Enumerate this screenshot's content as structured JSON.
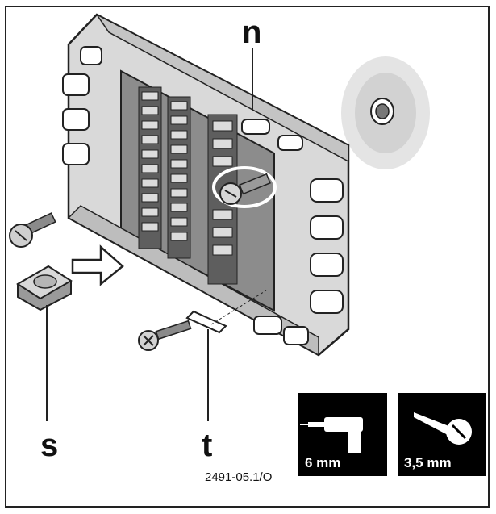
{
  "callouts": {
    "n": "n",
    "s": "s",
    "t": "t"
  },
  "reference_code": "2491-05.1/O",
  "specs": {
    "drill_size": "6 mm",
    "screw_size": "3,5 mm"
  },
  "icons": {
    "drill": "drill-icon",
    "screw": "screw-icon"
  },
  "colors": {
    "outline": "#222222",
    "housing": "#d9d9d9",
    "housing_dark": "#a8a8a8",
    "terminal": "#6a6a6a",
    "spec_box_bg": "#000000"
  }
}
